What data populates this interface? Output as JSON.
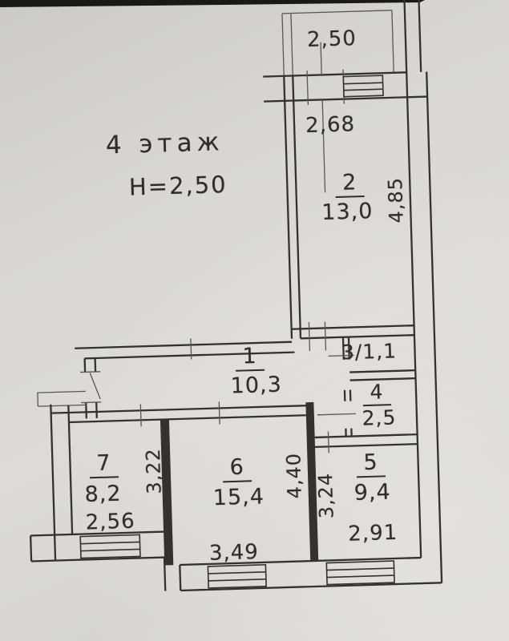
{
  "plan": {
    "title": {
      "floor": "4 этаж",
      "ceiling_height": "H=2,50"
    },
    "rooms": {
      "r1": {
        "number": "1",
        "area": "10,3"
      },
      "r2": {
        "number": "2",
        "area": "13,0"
      },
      "r3": {
        "label": "3/1,1"
      },
      "r4": {
        "number": "4",
        "area": "2,5"
      },
      "r5": {
        "number": "5",
        "area": "9,4"
      },
      "r6": {
        "number": "6",
        "area": "15,4"
      },
      "r7": {
        "number": "7",
        "area": "8,2"
      }
    },
    "dimensions": {
      "balcony_width": "2,50",
      "room2_entry_width": "2,68",
      "room2_depth": "4,85",
      "room7_depth": "3,22",
      "room7_width": "2,56",
      "room6_depth": "4,40",
      "room6_width": "3,49",
      "room5_depth": "3,24",
      "room5_width": "2,91"
    },
    "colors": {
      "paper": "#d9d8d4",
      "ink": "#34322e"
    }
  }
}
